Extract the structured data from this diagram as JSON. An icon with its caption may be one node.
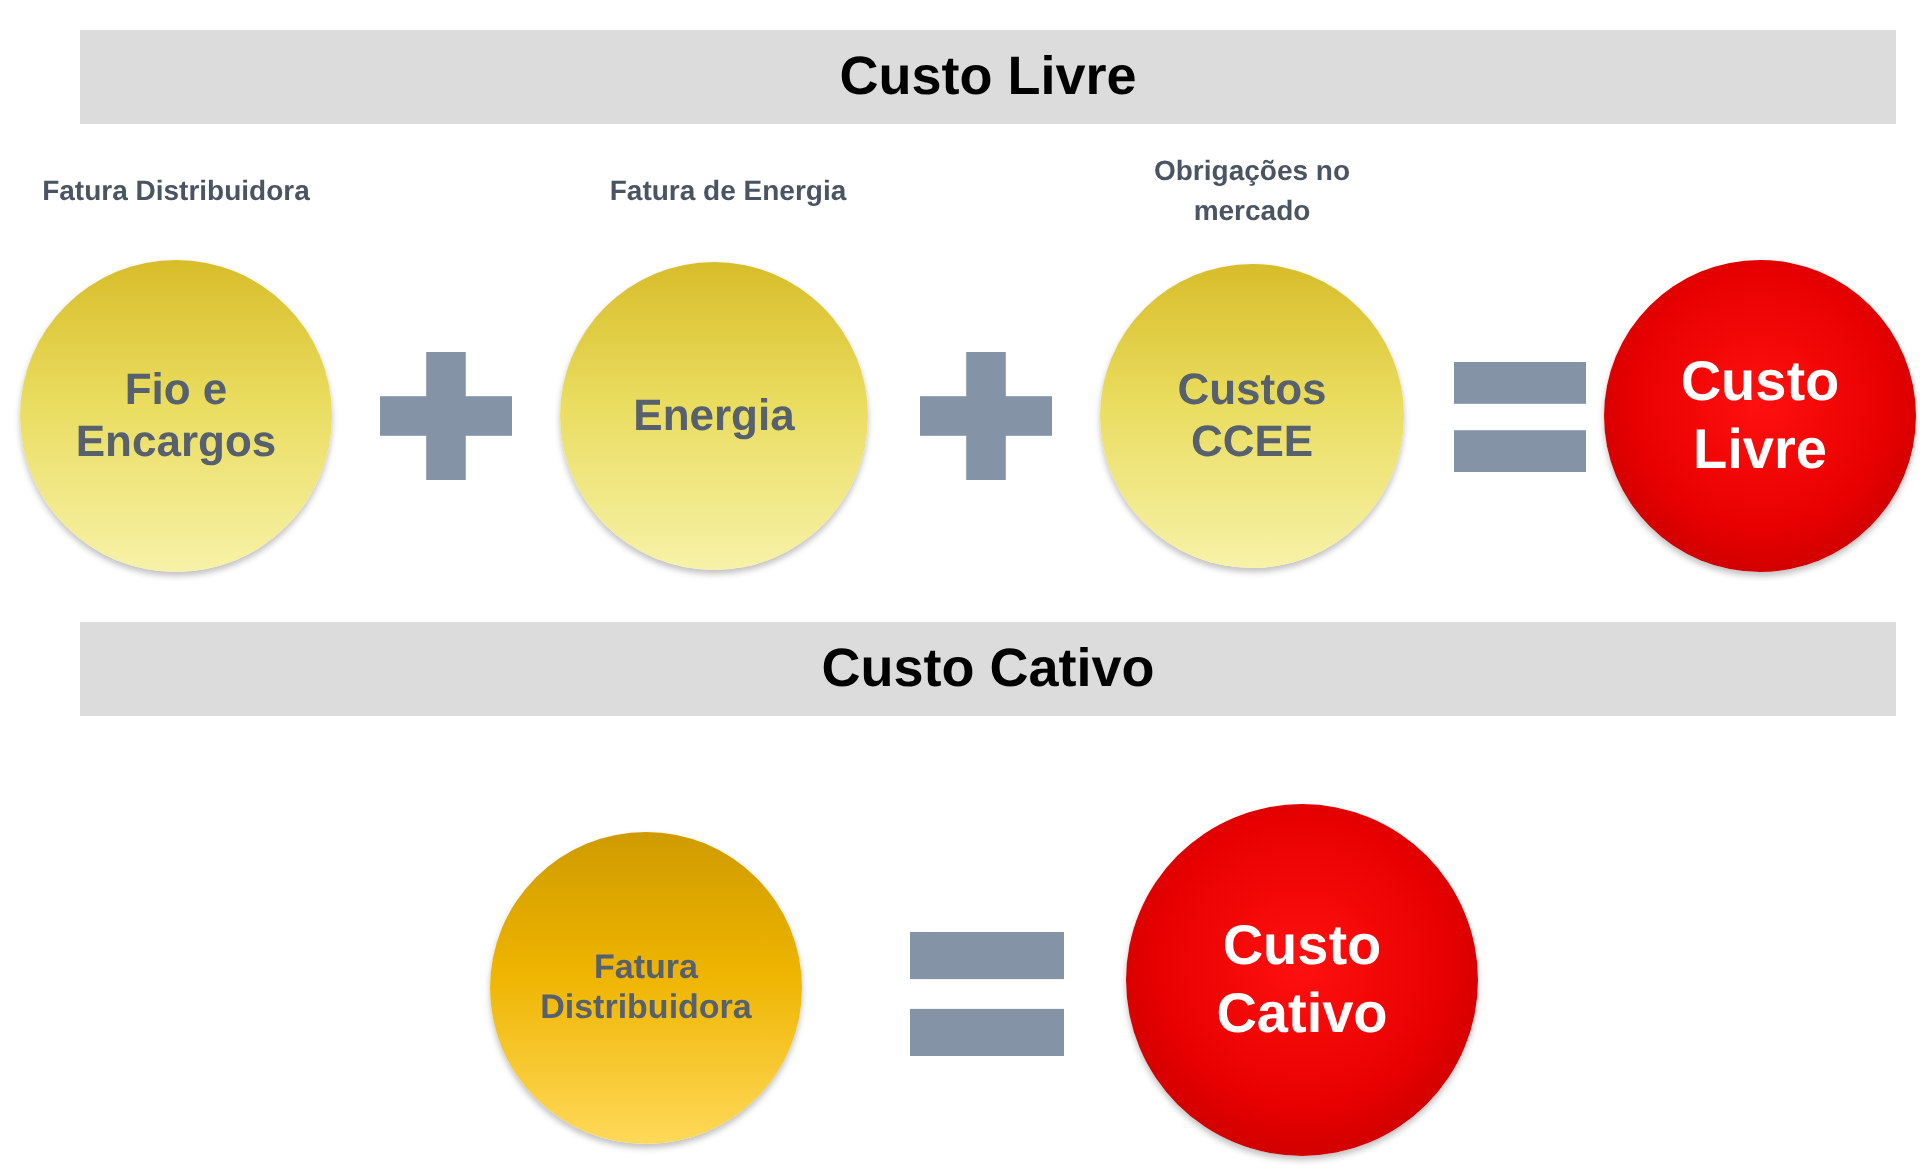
{
  "diagram": {
    "nodes": [
      {
        "text": [
          "Custo Livre"
        ]
      },
      {
        "text": [
          "Fio e Encargos"
        ],
        "beside": [
          "Fatura Distribuidora"
        ]
      },
      {
        "text": [
          "Energia"
        ],
        "beside": [
          "Fatura de Energia"
        ]
      },
      {
        "text": [
          "Custos CCEE"
        ],
        "beside": [
          "Obrigações no mercado"
        ]
      },
      {
        "text": [
          "Custo Livre"
        ]
      },
      {
        "text": [
          "Custo Cativo"
        ]
      },
      {
        "text": [
          "Fatura Distribuidora"
        ]
      },
      {
        "text": [
          "Custo Cativo"
        ]
      }
    ]
  }
}
